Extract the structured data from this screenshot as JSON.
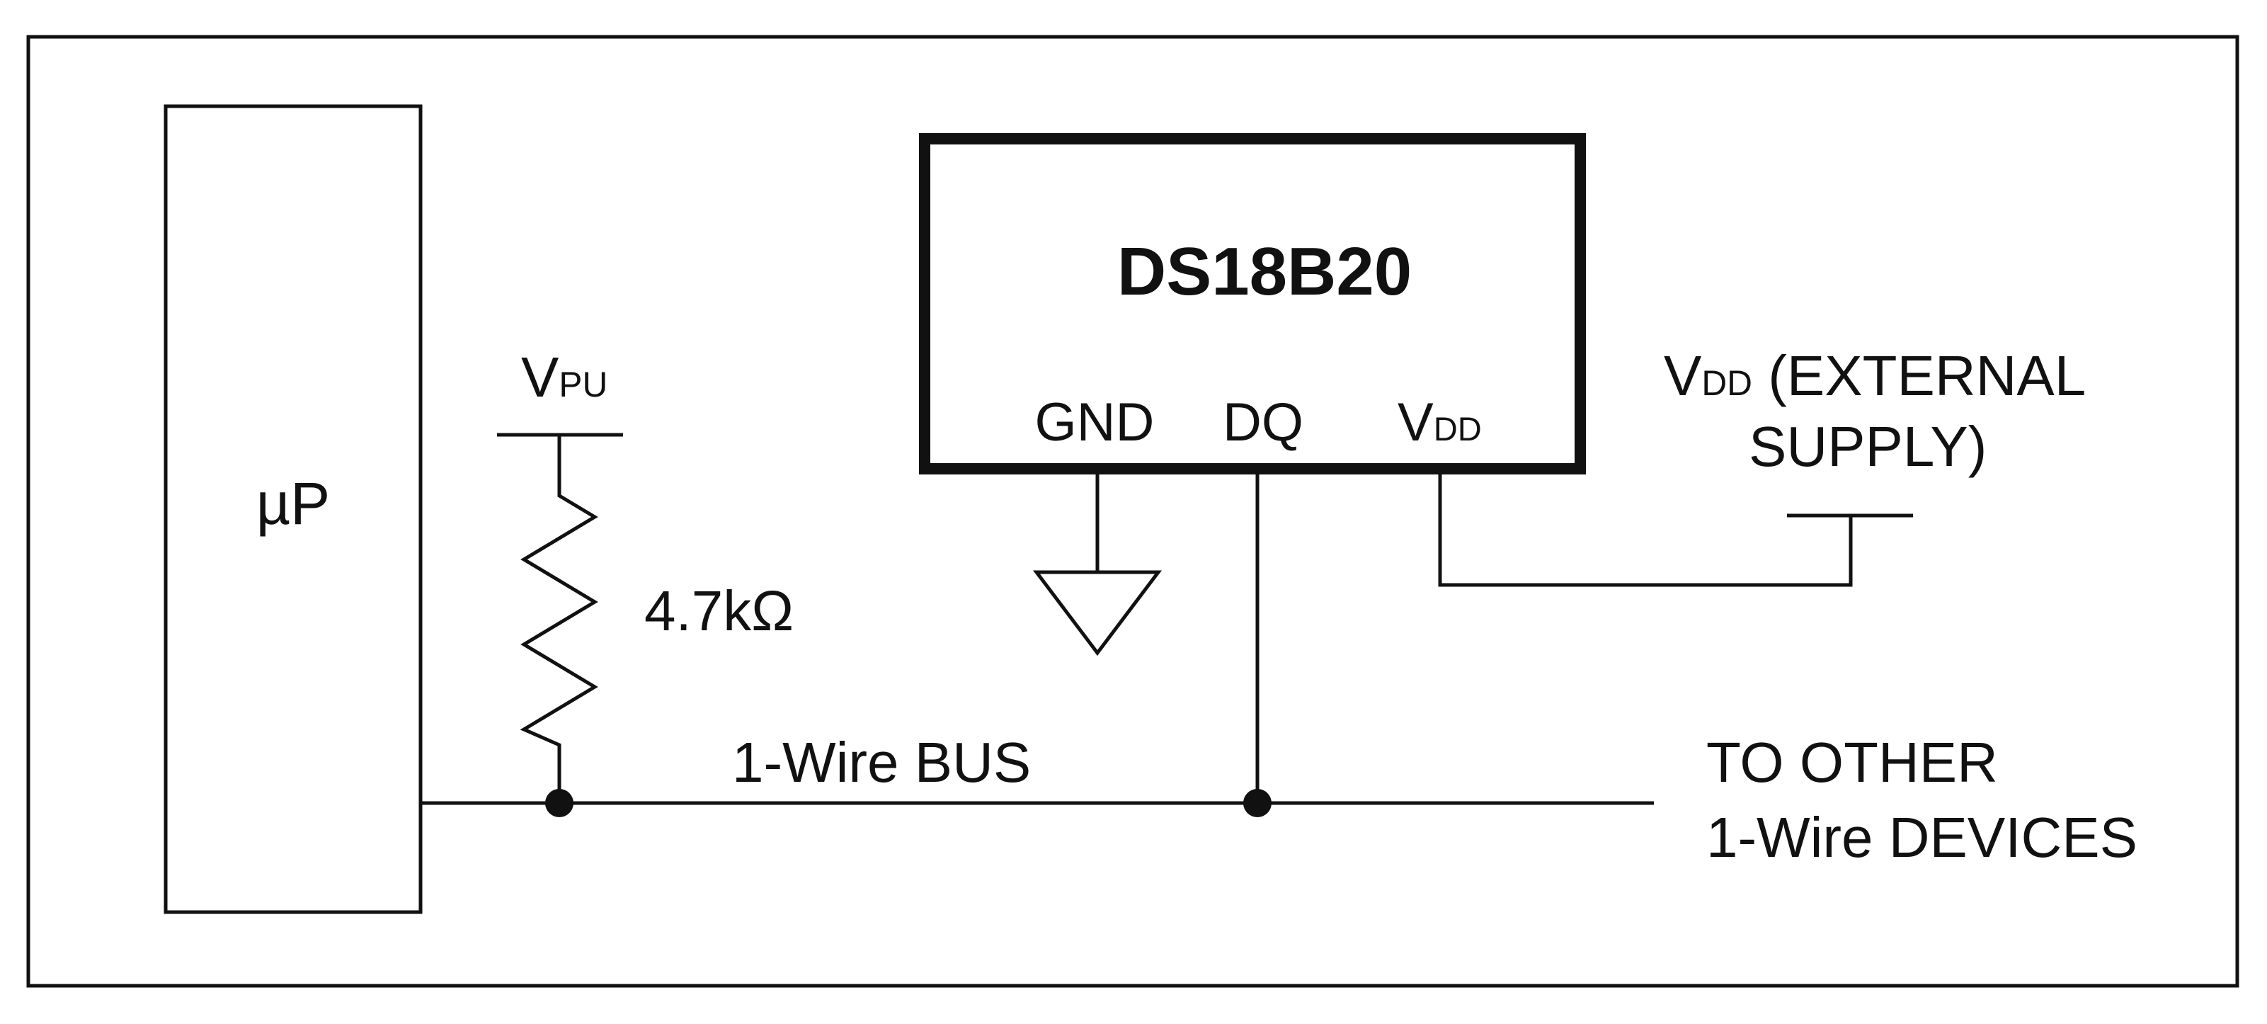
{
  "diagram": {
    "microprocessor": {
      "label": "µP"
    },
    "pullup": {
      "supply_main": "V",
      "supply_sub": "PU",
      "resistor_value": "4.7kΩ"
    },
    "bus": {
      "label": "1-Wire BUS"
    },
    "sensor": {
      "title": "DS18B20",
      "pins": {
        "gnd": "GND",
        "dq": "DQ",
        "vdd_main": "V",
        "vdd_sub": "DD"
      }
    },
    "external_supply": {
      "main": "V",
      "sub": "DD",
      "rest": " (EXTERNAL",
      "line2": "SUPPLY)"
    },
    "other_devices": {
      "line1": "TO OTHER",
      "line2": "1-Wire DEVICES"
    }
  }
}
